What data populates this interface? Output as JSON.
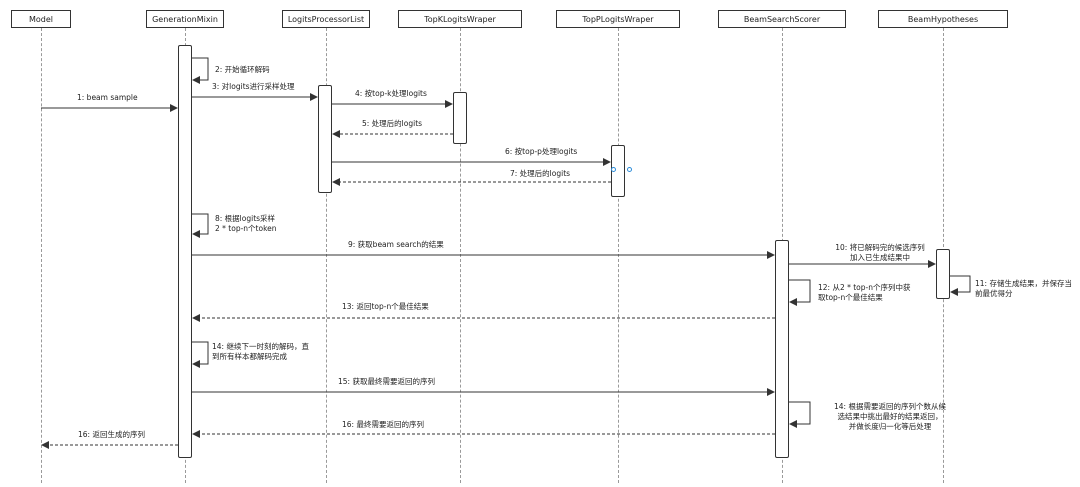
{
  "participants": [
    {
      "id": "model",
      "label": "Model"
    },
    {
      "id": "generation",
      "label": "GenerationMixin"
    },
    {
      "id": "processor",
      "label": "LogitsProcessorList"
    },
    {
      "id": "topk",
      "label": "TopKLogitsWraper"
    },
    {
      "id": "topp",
      "label": "TopPLogitsWraper"
    },
    {
      "id": "scorer",
      "label": "BeamSearchScorer"
    },
    {
      "id": "hypotheses",
      "label": "BeamHypotheses"
    }
  ],
  "messages": [
    {
      "label": "2: 开始循环解码"
    },
    {
      "label": "3: 对logits进行采样处理"
    },
    {
      "label": "1: beam sample"
    },
    {
      "label": "4: 按top-k处理logits"
    },
    {
      "label": "5: 处理后的logits"
    },
    {
      "label": "6: 按top-p处理logits"
    },
    {
      "label": "7: 处理后的logits"
    },
    {
      "label": "8: 根据logits采样\n2 * top-n个token"
    },
    {
      "label": "9: 获取beam search的结果"
    },
    {
      "label": "10: 将已解码完的候选序列\n加入已生成结果中"
    },
    {
      "label": "11: 存储生成结果，并保存当\n前最优得分"
    },
    {
      "label": "12: 从2 * top-n个序列中获\n取top-n个最佳结果"
    },
    {
      "label": "13: 返回top-n个最佳结果"
    },
    {
      "label": "14: 继续下一时刻的解码，直\n到所有样本都解码完成"
    },
    {
      "label": "15: 获取最终需要返回的序列"
    },
    {
      "label": "14: 根据需要返回的序列个数从候\n选结果中挑出最好的结果返回，\n并做长度归一化等后处理"
    },
    {
      "label": "16: 最终需要返回的序列"
    },
    {
      "label": "16: 返回生成的序列"
    }
  ]
}
